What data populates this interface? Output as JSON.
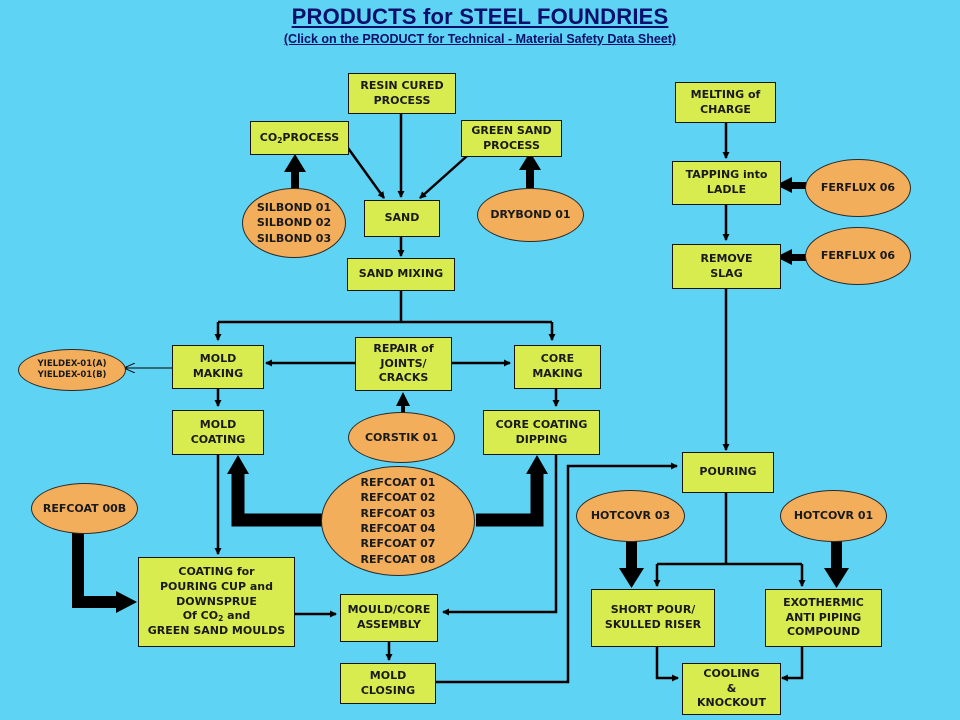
{
  "header": {
    "title": "PRODUCTS for STEEL FOUNDRIES",
    "subtitle": "(Click on the PRODUCT for Technical - Material Safety Data Sheet)"
  },
  "process": {
    "resin_cured": "RESIN CURED\nPROCESS",
    "co2_process": "CO2PROCESS",
    "green_sand": "GREEN SAND\nPROCESS",
    "sand": "SAND",
    "sand_mixing": "SAND MIXING",
    "mold_making": "MOLD\nMAKING",
    "repair": "REPAIR of\nJOINTS/\nCRACKS",
    "core_making": "CORE\nMAKING",
    "mold_coating": "MOLD\nCOATING",
    "core_coating": "CORE COATING\nDIPPING",
    "coating_cup": "COATING for\nPOURING CUP and\nDOWNSPRUE\nOf CO2 and\nGREEN SAND MOULDS",
    "assembly": "MOULD/CORE\nASSEMBLY",
    "mold_closing": "MOLD\nCLOSING",
    "melting": "MELTING of\nCHARGE",
    "tapping": "TAPPING into\nLADLE",
    "remove_slag": "REMOVE\nSLAG",
    "pouring": "POURING",
    "short_pour": "SHORT POUR/\nSKULLED RISER",
    "exothermic": "EXOTHERMIC\nANTI PIPING\nCOMPOUND",
    "cooling": "COOLING\n&\nKNOCKOUT"
  },
  "products": {
    "silbond": "SILBOND 01\nSILBOND 02\nSILBOND 03",
    "drybond": "DRYBOND 01",
    "yieldex": "YIELDEX-01(A)\nYIELDEX-01(B)",
    "corstik": "CORSTIK 01",
    "refcoat_00b": "REFCOAT 00B",
    "refcoat": "REFCOAT 01\nREFCOAT 02\nREFCOAT 03\nREFCOAT 04\nREFCOAT 07\nREFCOAT 08",
    "ferflux_tap": "FERFLUX 06",
    "ferflux_slag": "FERFLUX 06",
    "hotcovr_03": "HOTCOVR 03",
    "hotcovr_01": "HOTCOVR 01"
  }
}
